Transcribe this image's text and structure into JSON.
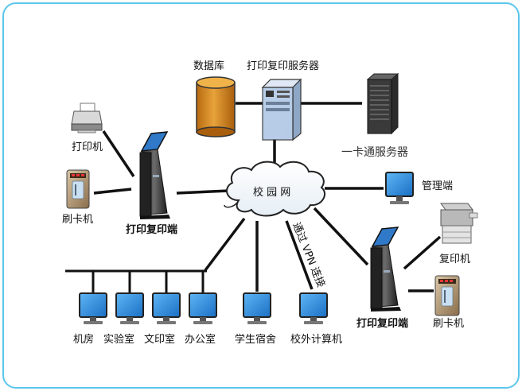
{
  "labels": {
    "database": "数据库",
    "print_copy_server": "打印复印服务器",
    "card_server": "一卡通服务器",
    "printer": "打印机",
    "card_reader_left": "刷卡机",
    "print_terminal_left": "打印复印端",
    "campus_network": "校 园 网",
    "admin_terminal": "管理端",
    "copier": "复印机",
    "vpn_link": "通过 VPN 连接",
    "print_terminal_right": "打印复印端",
    "card_reader_right": "刷卡机",
    "computer_room": "机房",
    "laboratory": "实验室",
    "print_room": "文印室",
    "office": "办公室",
    "dormitory": "学生宿舍",
    "offcampus_computer": "校外计算机"
  },
  "colors": {
    "frame_border": "#5bc6ec",
    "line": "#111111",
    "monitor_blue": "#2f8fe0",
    "database_orange": "#d48a1e",
    "server_blue": "#b7cbe6"
  }
}
